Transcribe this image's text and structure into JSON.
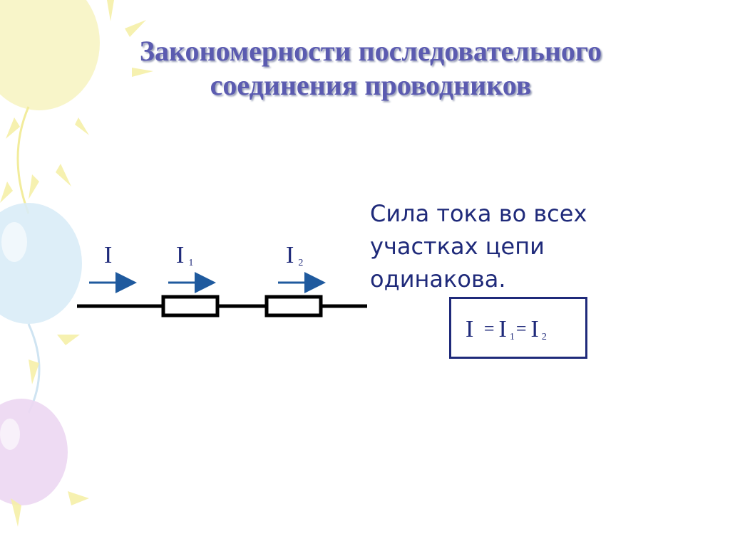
{
  "slide": {
    "title_line1": "Закономерности последовательного",
    "title_line2": "соединения проводников",
    "text_line1": "Сила тока во всех",
    "text_line2": "участках цепи",
    "text_line3": "одинакова."
  },
  "circuit": {
    "label_i": "I",
    "label_i1": "I",
    "label_i1_sub": "1",
    "label_i2": "I",
    "label_i2_sub": "2"
  },
  "formula": {
    "i": "I",
    "eq1": "=",
    "i1": "I",
    "i1_sub": "1",
    "eq2": "=",
    "i2": "I",
    "i2_sub": "2"
  },
  "colors": {
    "title": "#5b5bb0",
    "text": "#1f2a7a",
    "wire": "#000000",
    "arrow": "#1f5a9e"
  }
}
